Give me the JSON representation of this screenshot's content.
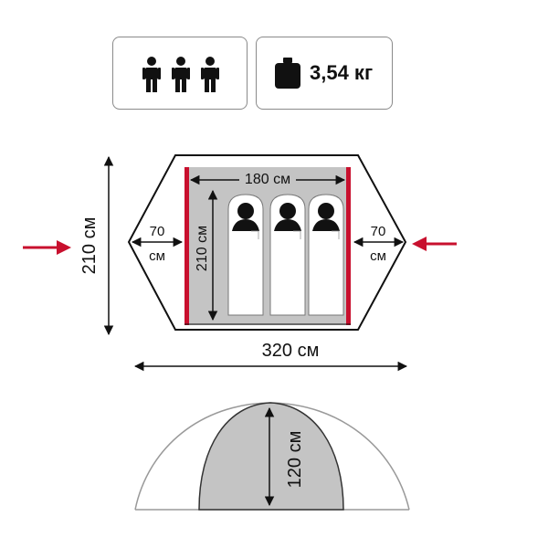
{
  "badges": {
    "capacity_icon": "three-people-icon",
    "weight_icon": "weight-icon",
    "weight": "3,54 кг"
  },
  "plan": {
    "inner_width": "180 см",
    "inner_length": "210 см",
    "vestibule_left": "70",
    "vestibule_left_unit": "см",
    "vestibule_right": "70",
    "vestibule_right_unit": "см",
    "total_length": "210 см",
    "total_width": "320 см",
    "entrance_icon": "entrance-arrow-icon"
  },
  "profile": {
    "height": "120 см"
  },
  "colors": {
    "accent_red": "#c8102e",
    "inner_gray": "#c4c4c4",
    "outline": "#9a9a9a"
  }
}
